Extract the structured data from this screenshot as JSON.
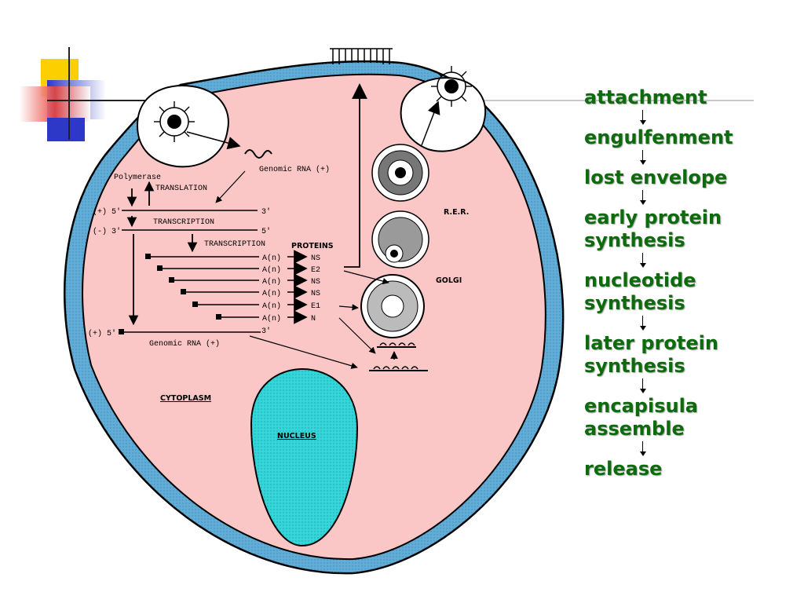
{
  "colors": {
    "cell_fill": "#fbc6c6",
    "membrane": "#62acd8",
    "nucleus": "#33d6d9",
    "step_text": "#0d6b0d",
    "deco_yellow": "#fcd000",
    "deco_red": "#e8423a",
    "deco_blue": "#2d37c8"
  },
  "diagram": {
    "polymerase": "Polymerase",
    "translation": "TRANSLATION",
    "genomic_rna_top": "Genomic RNA (+)",
    "plus5_top": "(+) 5'",
    "three_top": "3'",
    "transcription1": "TRANSCRIPTION",
    "minus3": "(-) 3'",
    "five_mid": "5'",
    "transcription2": "TRANSCRIPTION",
    "proteins": "PROTEINS",
    "polyA": [
      "A(n)",
      "A(n)",
      "A(n)",
      "A(n)",
      "A(n)",
      "A(n)"
    ],
    "protein_products": [
      "NS",
      "E2",
      "NS",
      "NS",
      "E1",
      "N"
    ],
    "plus5_bottom": "(+) 5'",
    "three_bottom": "3'",
    "genomic_rna_bottom": "Genomic RNA (+)",
    "rer": "R.E.R.",
    "golgi": "GOLGI",
    "cytoplasm": "CYTOPLASM",
    "nucleus": "NUCLEUS"
  },
  "steps": [
    "attachment",
    "engulfenment",
    "lost envelope",
    "early protein\nsynthesis",
    "nucleotide\nsynthesis",
    "later protein\nsynthesis",
    "encapisula\nassemble",
    "release"
  ]
}
